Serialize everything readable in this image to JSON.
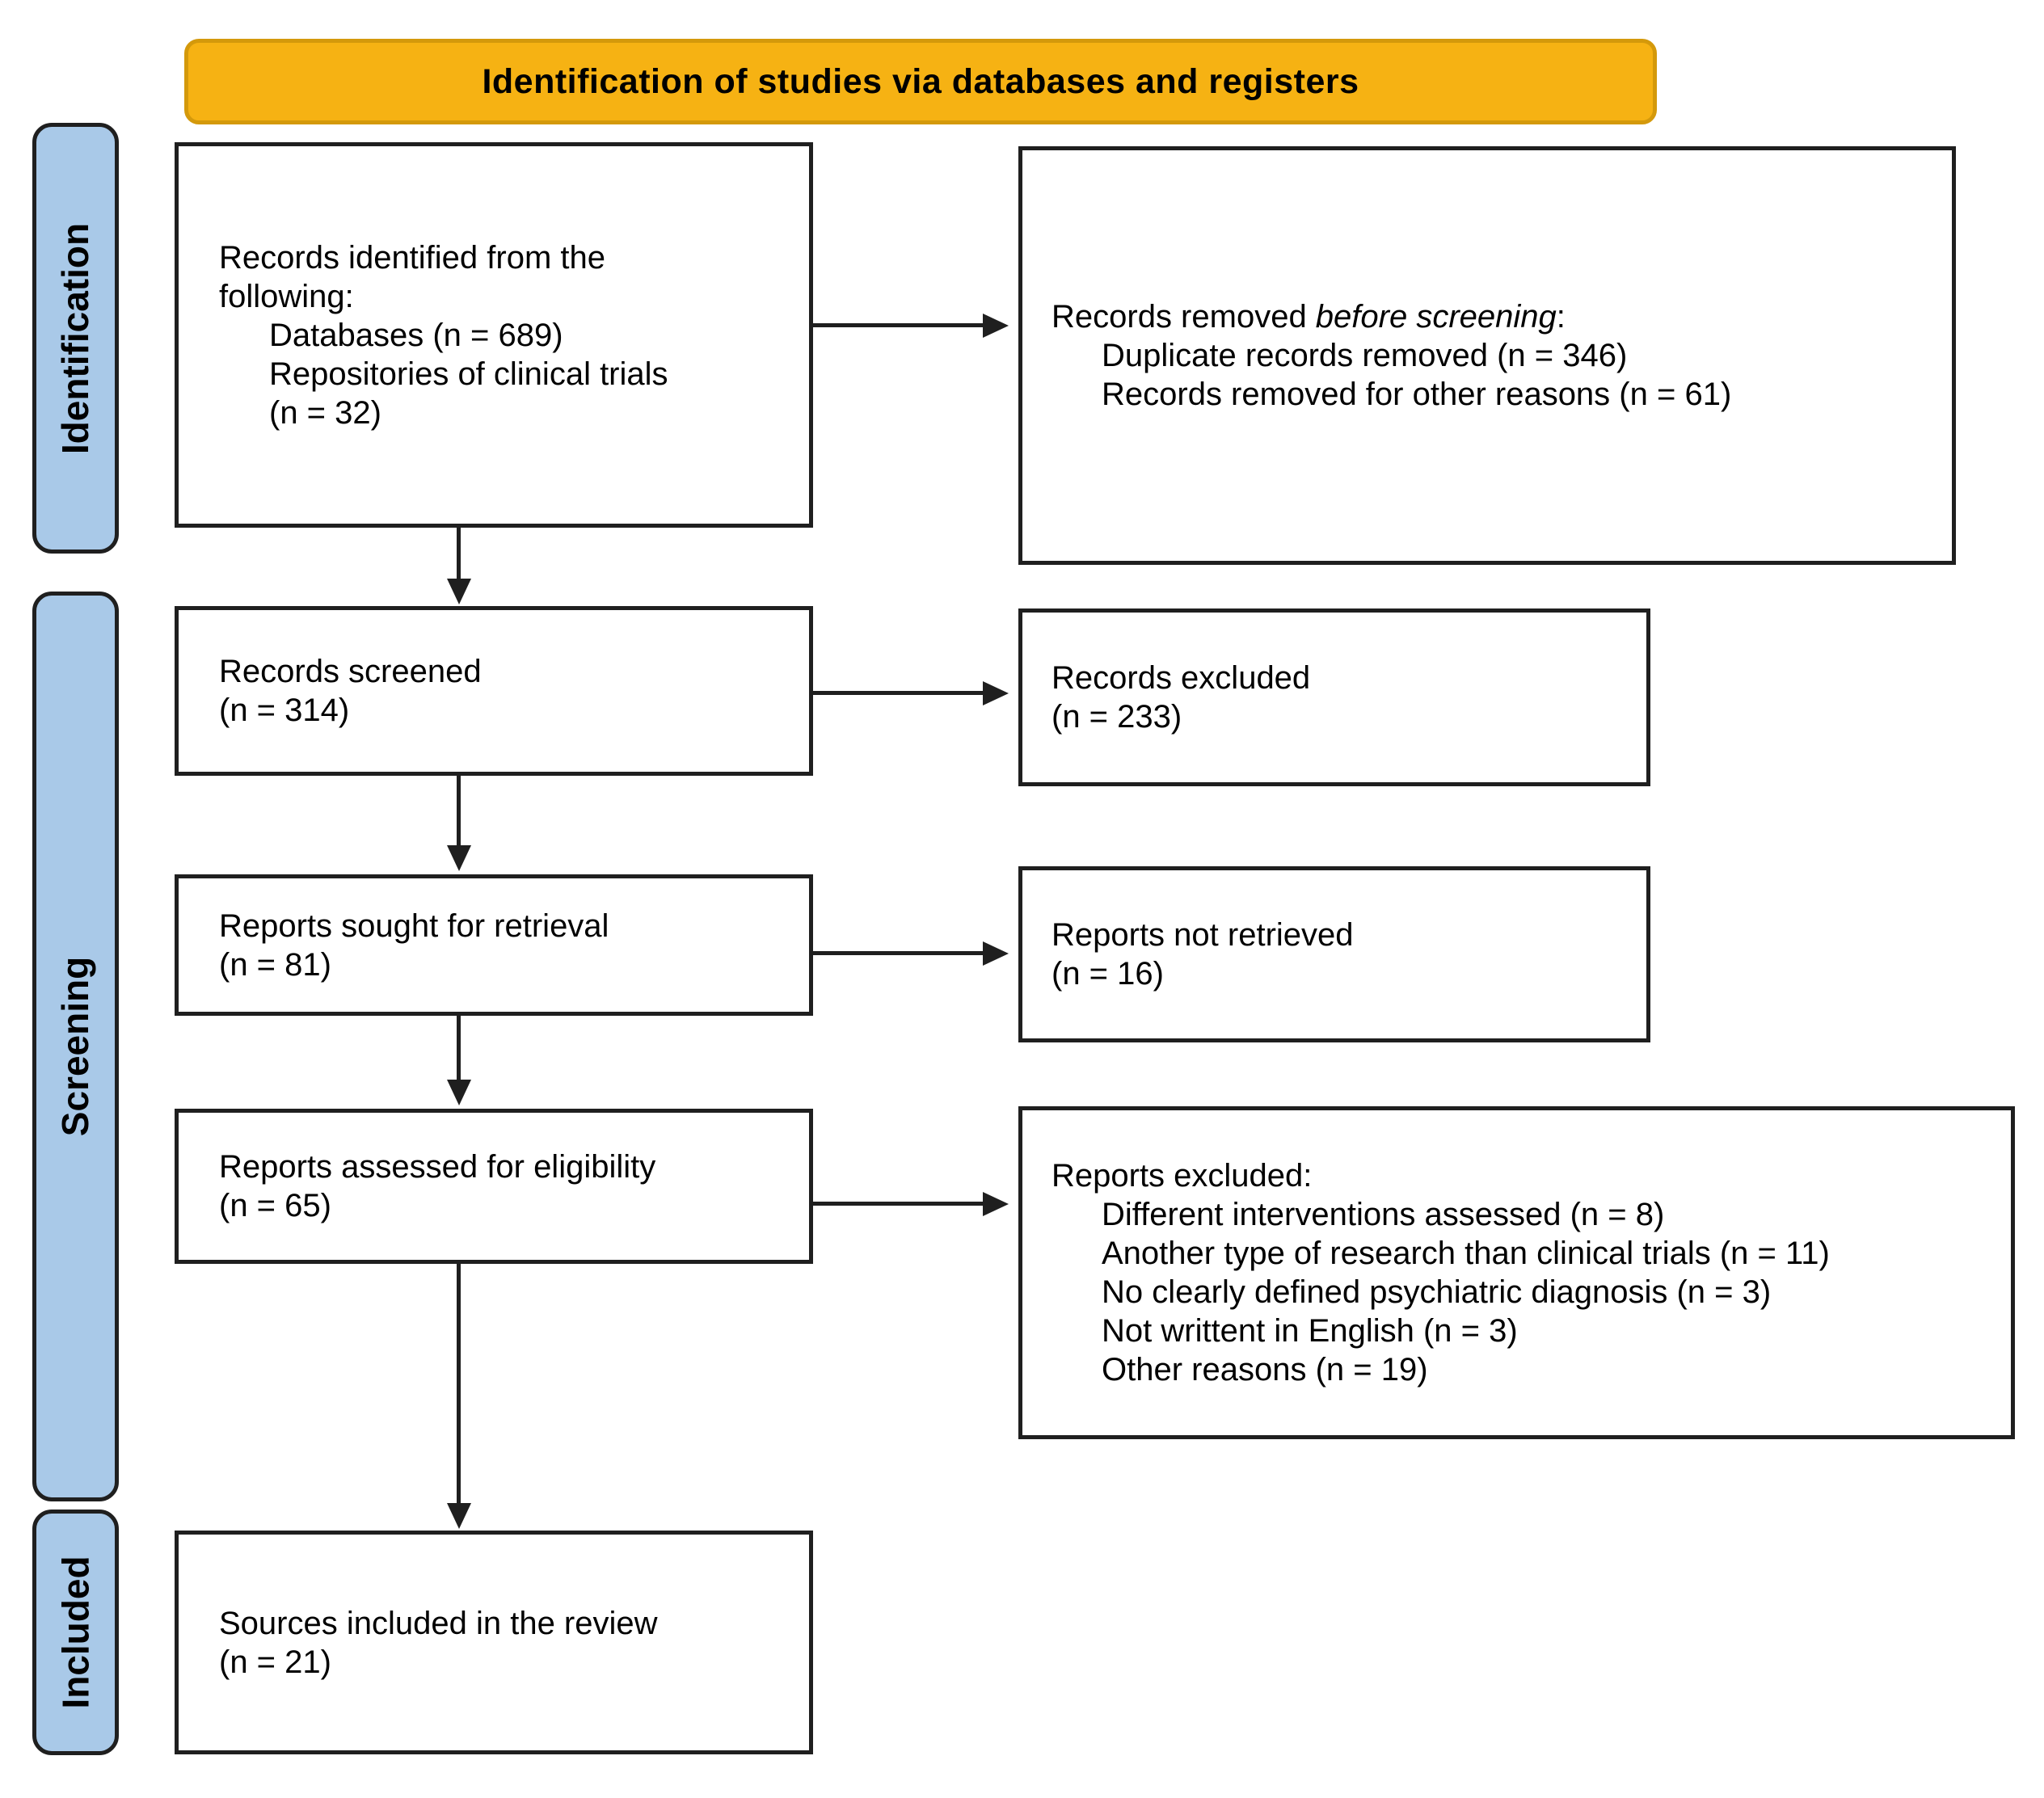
{
  "banner": {
    "label": "Identification of studies via databases and registers"
  },
  "sidebar": {
    "identification_label": "Identification",
    "screening_label": "Screening",
    "included_label": "Included"
  },
  "boxes": {
    "records_identified": {
      "lead_line1": "Records identified from the",
      "lead_line2": "following:",
      "items": [
        "Databases (n = 689)",
        "Repositories of clinical trials",
        "(n = 32)"
      ]
    },
    "records_removed": {
      "lead_prefix": "Records removed ",
      "lead_italic": "before screening",
      "lead_suffix": ":",
      "items": [
        "Duplicate records removed (n = 346)",
        "Records removed for other reasons (n = 61)"
      ]
    },
    "records_screened": {
      "line1": "Records screened",
      "line2": "(n = 314)"
    },
    "records_excluded": {
      "line1": "Records excluded",
      "line2": "(n = 233)"
    },
    "reports_sought": {
      "line1": "Reports sought for retrieval",
      "line2": "(n = 81)"
    },
    "reports_not_retrieved": {
      "line1": "Reports not retrieved",
      "line2": "(n = 16)"
    },
    "reports_assessed": {
      "line1": "Reports assessed for eligibility",
      "line2": "(n = 65)"
    },
    "reports_excluded": {
      "lead": "Reports excluded:",
      "items": [
        "Different interventions assessed (n = 8)",
        "Another type of research than clinical trials (n = 11)",
        "No clearly defined psychiatric diagnosis (n = 3)",
        "Not writtent in English (n = 3)",
        "Other reasons (n = 19)"
      ]
    },
    "sources_included": {
      "line1": "Sources included in the review",
      "line2": "(n = 21)"
    }
  },
  "colors": {
    "banner_fill": "#F6B213",
    "banner_border": "#D4990B",
    "stage_fill": "#A9C9E8",
    "box_fill": "#FFFFFF",
    "outline": "#1F1F1F"
  }
}
